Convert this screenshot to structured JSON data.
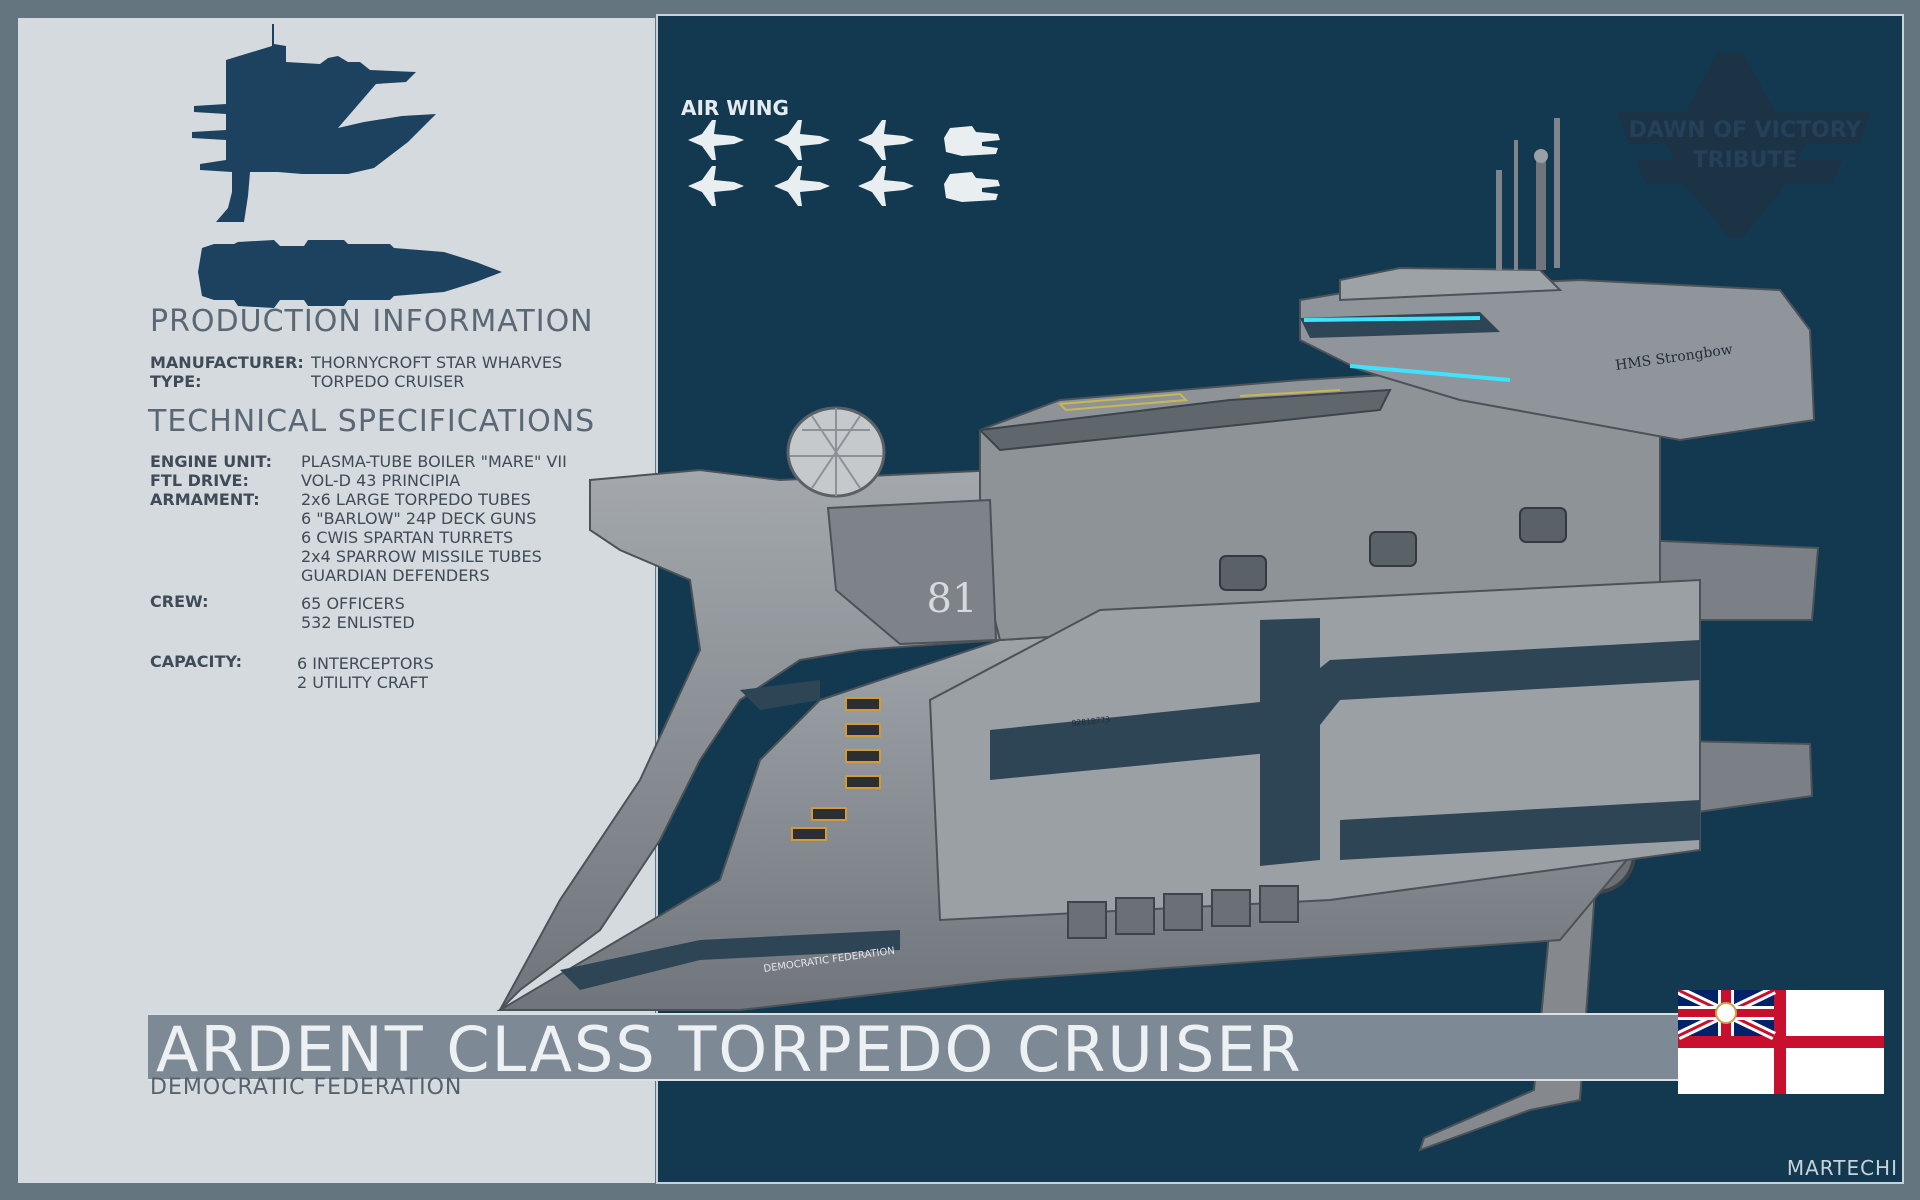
{
  "production": {
    "heading": "PRODUCTION INFORMATION",
    "rows": [
      {
        "label": "MANUFACTURER:",
        "value": "THORNYCROFT STAR WHARVES"
      },
      {
        "label": "TYPE:",
        "value": "TORPEDO CRUISER"
      }
    ]
  },
  "technical": {
    "heading": "TECHNICAL SPECIFICATIONS",
    "engine_label": "ENGINE UNIT:",
    "engine_value": "PLASMA-TUBE BOILER \"MARE\" VII",
    "ftl_label": "FTL DRIVE:",
    "ftl_value": "VOL-D 43 PRINCIPIA",
    "armament_label": "ARMAMENT:",
    "armament": [
      "2x6 LARGE TORPEDO TUBES",
      "6 \"BARLOW\" 24P DECK GUNS",
      "6 CWIS SPARTAN TURRETS",
      "2x4 SPARROW MISSILE TUBES",
      "GUARDIAN DEFENDERS"
    ],
    "crew_label": "CREW:",
    "crew": [
      "65  OFFICERS",
      "532 ENLISTED"
    ],
    "capacity_label": "CAPACITY:",
    "capacity": [
      "6 INTERCEPTORS",
      "2 UTILITY CRAFT"
    ]
  },
  "air_wing": {
    "label": "AIR WING",
    "interceptors": 6,
    "utility_craft": 2
  },
  "logo": {
    "line1": "DAWN OF VICTORY",
    "line2": "TRIBUTE"
  },
  "ship_markings": {
    "hull_number": "81",
    "name": "HMS Strongbow",
    "side_text": "DEMOCRATIC FEDERATION",
    "serial": "92818773"
  },
  "title": "ARDENT CLASS TORPEDO CRUISER",
  "subtitle": "DEMOCRATIC FEDERATION",
  "credit": "MARTECHI",
  "colors": {
    "background_frame": "#647580",
    "left_panel": "#d4dadd",
    "right_panel": "#12394f",
    "silhouette": "#1d4260",
    "hull": "#8a8f94",
    "hull_stripe": "#2e4556",
    "ensign_red": "#c8102e",
    "ensign_white": "#ffffff",
    "union_blue": "#012169"
  }
}
